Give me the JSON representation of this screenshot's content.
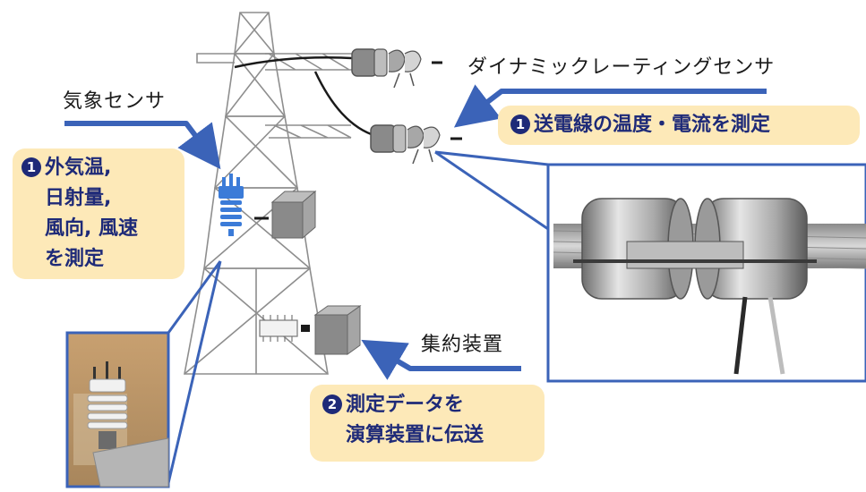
{
  "labels": {
    "weather_sensor": "気象センサ",
    "dynamic_rating_sensor": "ダイナミックレーティングセンサ",
    "aggregator": "集約装置"
  },
  "boxes": {
    "weather": {
      "number": "1",
      "lines": [
        "外気温,",
        "日射量,",
        "風向, 風速",
        "を測定"
      ]
    },
    "line": {
      "number": "1",
      "text": "送電線の温度・電流を測定"
    },
    "transmit": {
      "number": "2",
      "lines": [
        "測定データを",
        "演算装置に伝送"
      ]
    }
  },
  "colors": {
    "accent_blue": "#3b63b8",
    "box_fill": "#fde9b8",
    "box_text": "#1e2a78"
  },
  "icons": [
    "transmission-tower-icon",
    "weather-sensor-icon",
    "line-sensor-icon",
    "aggregator-device-icon"
  ]
}
